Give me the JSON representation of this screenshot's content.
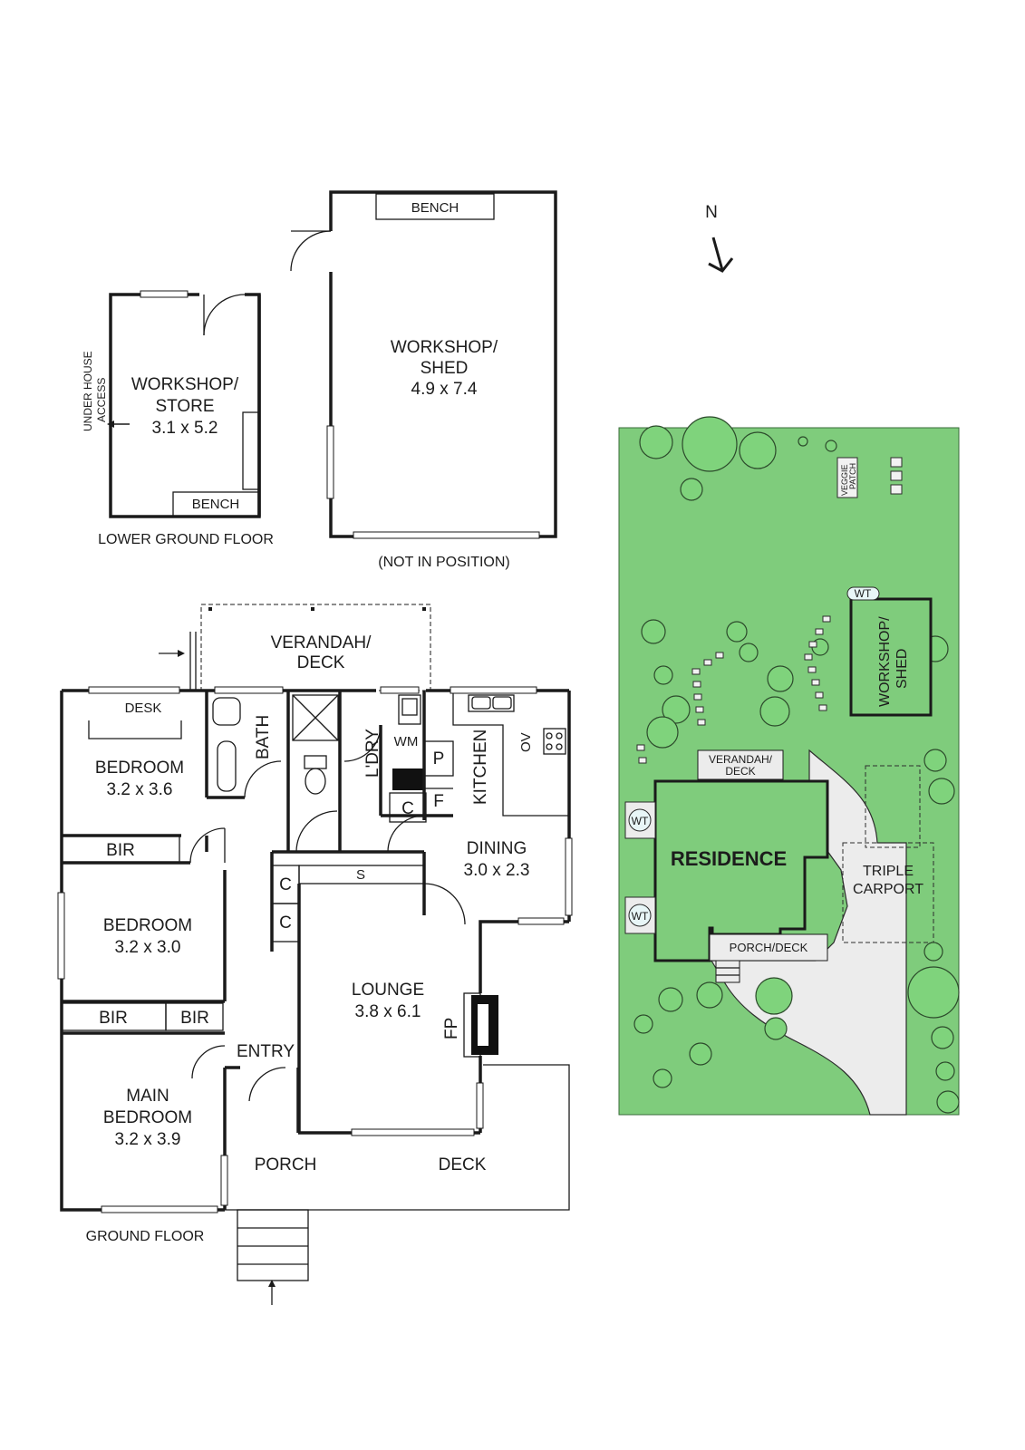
{
  "compass": {
    "label": "N"
  },
  "lower_ground": {
    "title": "LOWER GROUND FLOOR",
    "store_line1": "WORKSHOP/",
    "store_line2": "STORE",
    "store_dim": "3.1 x 5.2",
    "bench": "BENCH",
    "access_line1": "UNDER HOUSE",
    "access_line2": "ACCESS"
  },
  "shed": {
    "line1": "WORKSHOP/",
    "line2": "SHED",
    "dim": "4.9 x 7.4",
    "bench": "BENCH",
    "note": "(NOT IN POSITION)"
  },
  "ground": {
    "title": "GROUND FLOOR",
    "verandah_line1": "VERANDAH/",
    "verandah_line2": "DECK",
    "desk": "DESK",
    "bedroom1": "BEDROOM",
    "bedroom1_dim": "3.2 x 3.6",
    "bath": "BATH",
    "ldry": "L'DRY",
    "wm": "WM",
    "p": "P",
    "c_ldry": "C",
    "f": "F",
    "kitchen": "KITCHEN",
    "ov": "OV",
    "bir1": "BIR",
    "dining": "DINING",
    "dining_dim": "3.0 x 2.3",
    "s": "S",
    "c1": "C",
    "c2": "C",
    "bedroom2": "BEDROOM",
    "bedroom2_dim": "3.2 x 3.0",
    "lounge": "LOUNGE",
    "lounge_dim": "3.8 x 6.1",
    "fp": "FP",
    "bir2": "BIR",
    "bir3": "BIR",
    "entry": "ENTRY",
    "main1": "MAIN",
    "main2": "BEDROOM",
    "main_dim": "3.2 x 3.9",
    "porch": "PORCH",
    "deck": "DECK"
  },
  "site": {
    "residence": "RESIDENCE",
    "shed_line1": "WORKSHOP/",
    "shed_line2": "SHED",
    "carport_line1": "TRIPLE",
    "carport_line2": "CARPORT",
    "verandah_line1": "VERANDAH/",
    "verandah_line2": "DECK",
    "porch": "PORCH/DECK",
    "veggie_line1": "VEGGIE",
    "veggie_line2": "PATCH",
    "wt1": "WT",
    "wt2": "WT",
    "wt3": "WT"
  },
  "colors": {
    "lawn": "#7fcc7c",
    "walls": "#1a1a1a",
    "background": "#ffffff"
  }
}
